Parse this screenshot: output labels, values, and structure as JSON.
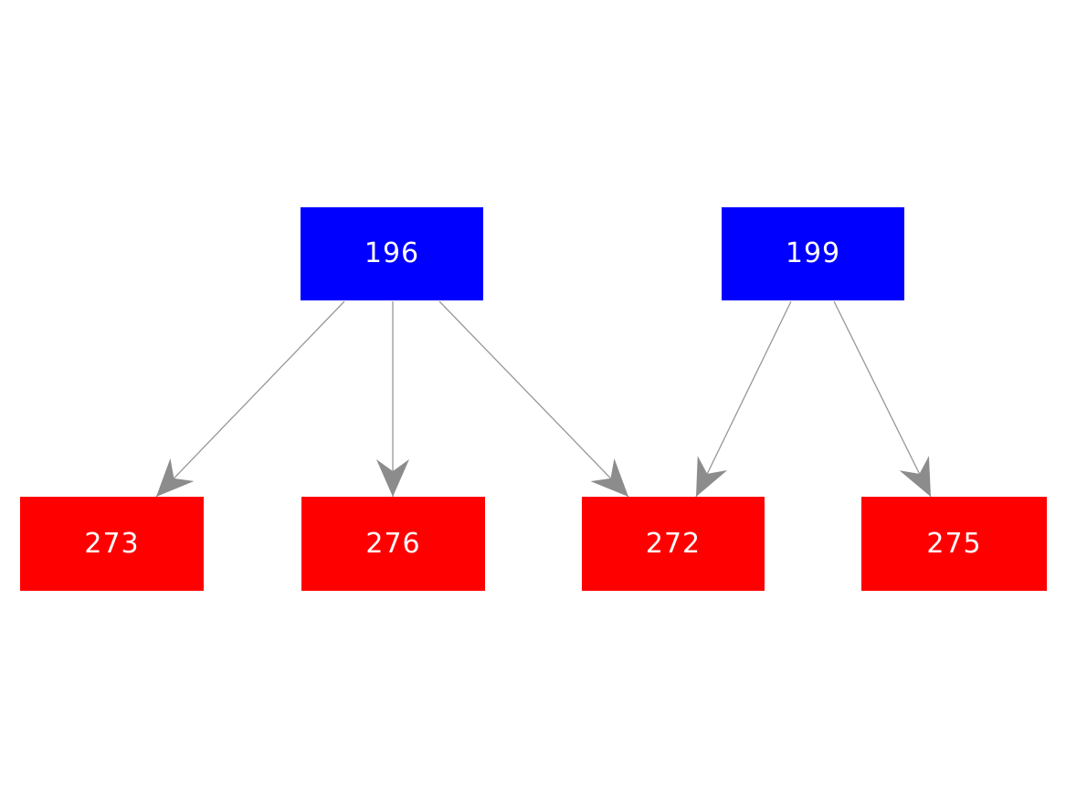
{
  "diagram": {
    "type": "directed-graph",
    "background": "#ffffff",
    "colors": {
      "source_fill": "#0000ff",
      "target_fill": "#ff0000",
      "edge": "#979797",
      "arrowhead": "#8c8c8c",
      "label": "#ffffff"
    },
    "nodes": [
      {
        "id": "196",
        "label": "196",
        "role": "source",
        "fill": "#0000ff"
      },
      {
        "id": "199",
        "label": "199",
        "role": "source",
        "fill": "#0000ff"
      },
      {
        "id": "273",
        "label": "273",
        "role": "target",
        "fill": "#ff0000"
      },
      {
        "id": "276",
        "label": "276",
        "role": "target",
        "fill": "#ff0000"
      },
      {
        "id": "272",
        "label": "272",
        "role": "target",
        "fill": "#ff0000"
      },
      {
        "id": "275",
        "label": "275",
        "role": "target",
        "fill": "#ff0000"
      }
    ],
    "edges": [
      {
        "from": "196",
        "to": "273"
      },
      {
        "from": "196",
        "to": "276"
      },
      {
        "from": "196",
        "to": "272"
      },
      {
        "from": "199",
        "to": "272"
      },
      {
        "from": "199",
        "to": "275"
      }
    ]
  }
}
